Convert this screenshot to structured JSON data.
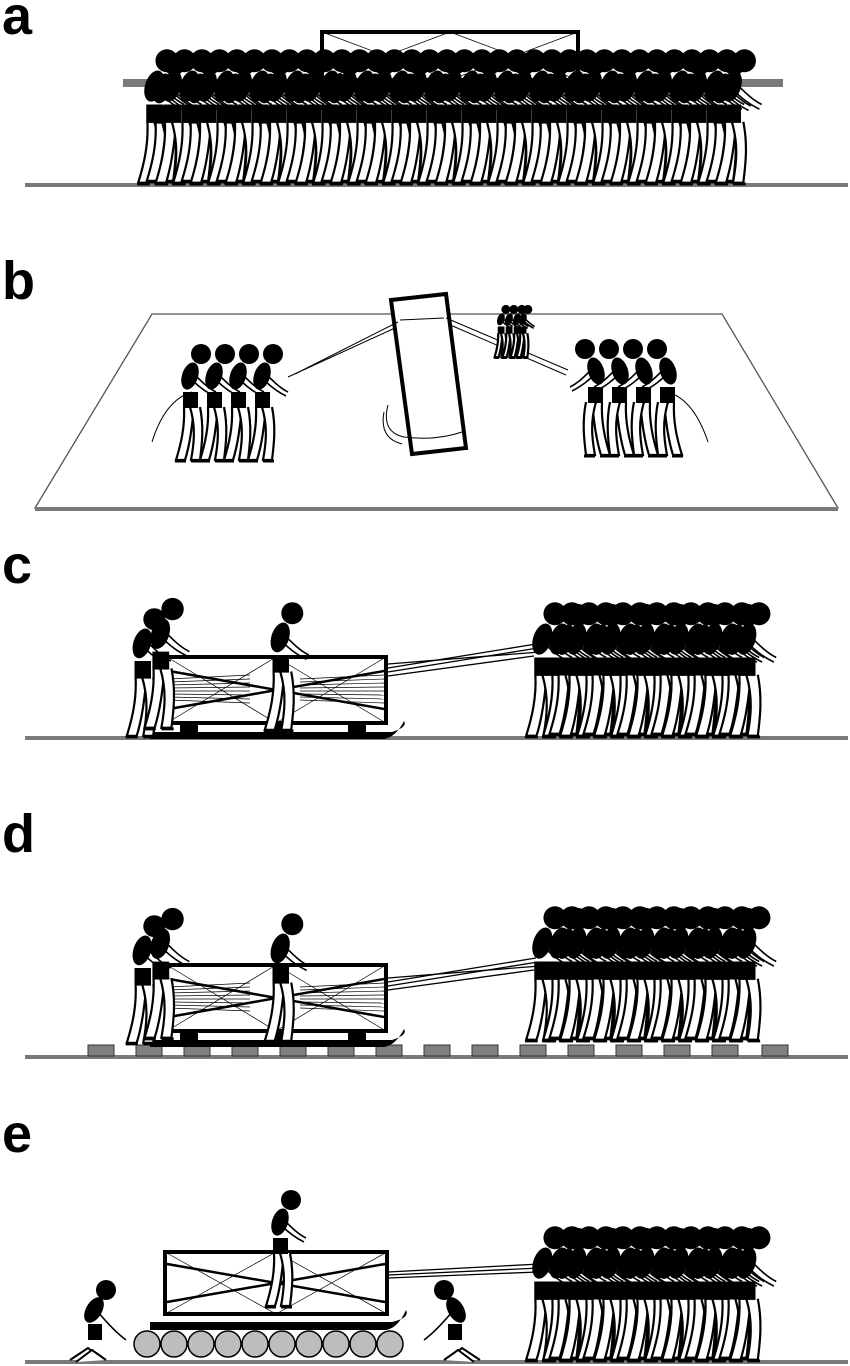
{
  "figure": {
    "panels": [
      {
        "label": "a"
      },
      {
        "label": "b"
      },
      {
        "label": "c"
      },
      {
        "label": "d"
      },
      {
        "label": "e"
      }
    ]
  },
  "colors": {
    "ground": "#7a7a7a",
    "ink": "#000000",
    "roller": "#bdbdbd",
    "platform": "#808080",
    "background": "#ffffff"
  }
}
